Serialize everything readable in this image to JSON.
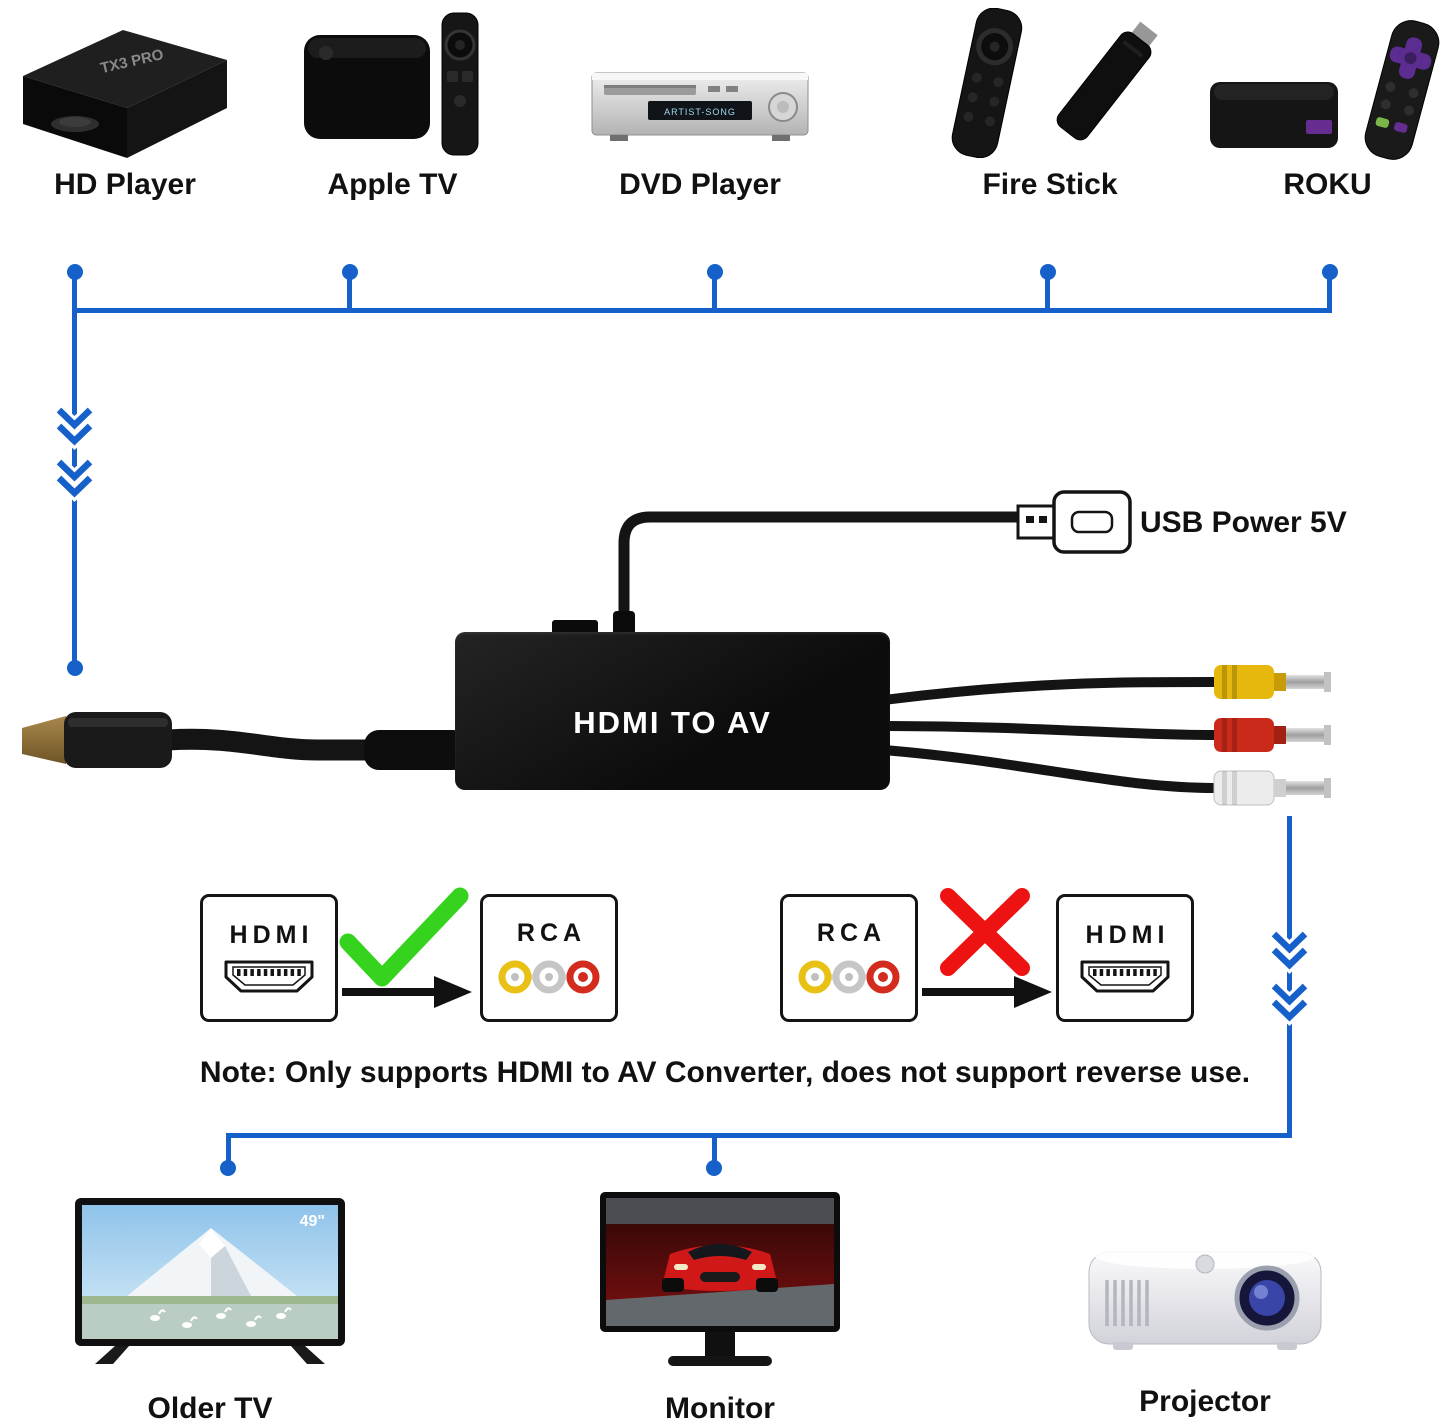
{
  "colors": {
    "line_blue": "#1661c9",
    "check_green": "#35d21e",
    "cross_red": "#ee1313",
    "rca_yellow": "#e6b70c",
    "rca_red": "#ca2a1a",
    "rca_white": "#ececec"
  },
  "sources": {
    "items": [
      {
        "label": "HD Player",
        "icon": "hd-player-icon",
        "device_text": "TX3 PRO"
      },
      {
        "label": "Apple TV",
        "icon": "apple-tv-icon"
      },
      {
        "label": "DVD Player",
        "icon": "dvd-player-icon",
        "display_text": "ARTIST-SONG"
      },
      {
        "label": "Fire Stick",
        "icon": "fire-stick-icon"
      },
      {
        "label": "ROKU",
        "icon": "roku-icon"
      }
    ]
  },
  "converter": {
    "label": "HDMI TO AV",
    "usb_label": "USB Power 5V"
  },
  "compatibility": {
    "hdmi_label": "HDMI",
    "rca_label": "RCA"
  },
  "note": "Note: Only supports HDMI to AV Converter, does not support reverse use.",
  "outputs": {
    "items": [
      {
        "label": "Older TV",
        "screen_badge": "49\""
      },
      {
        "label": "Monitor"
      },
      {
        "label": "Projector"
      }
    ]
  }
}
